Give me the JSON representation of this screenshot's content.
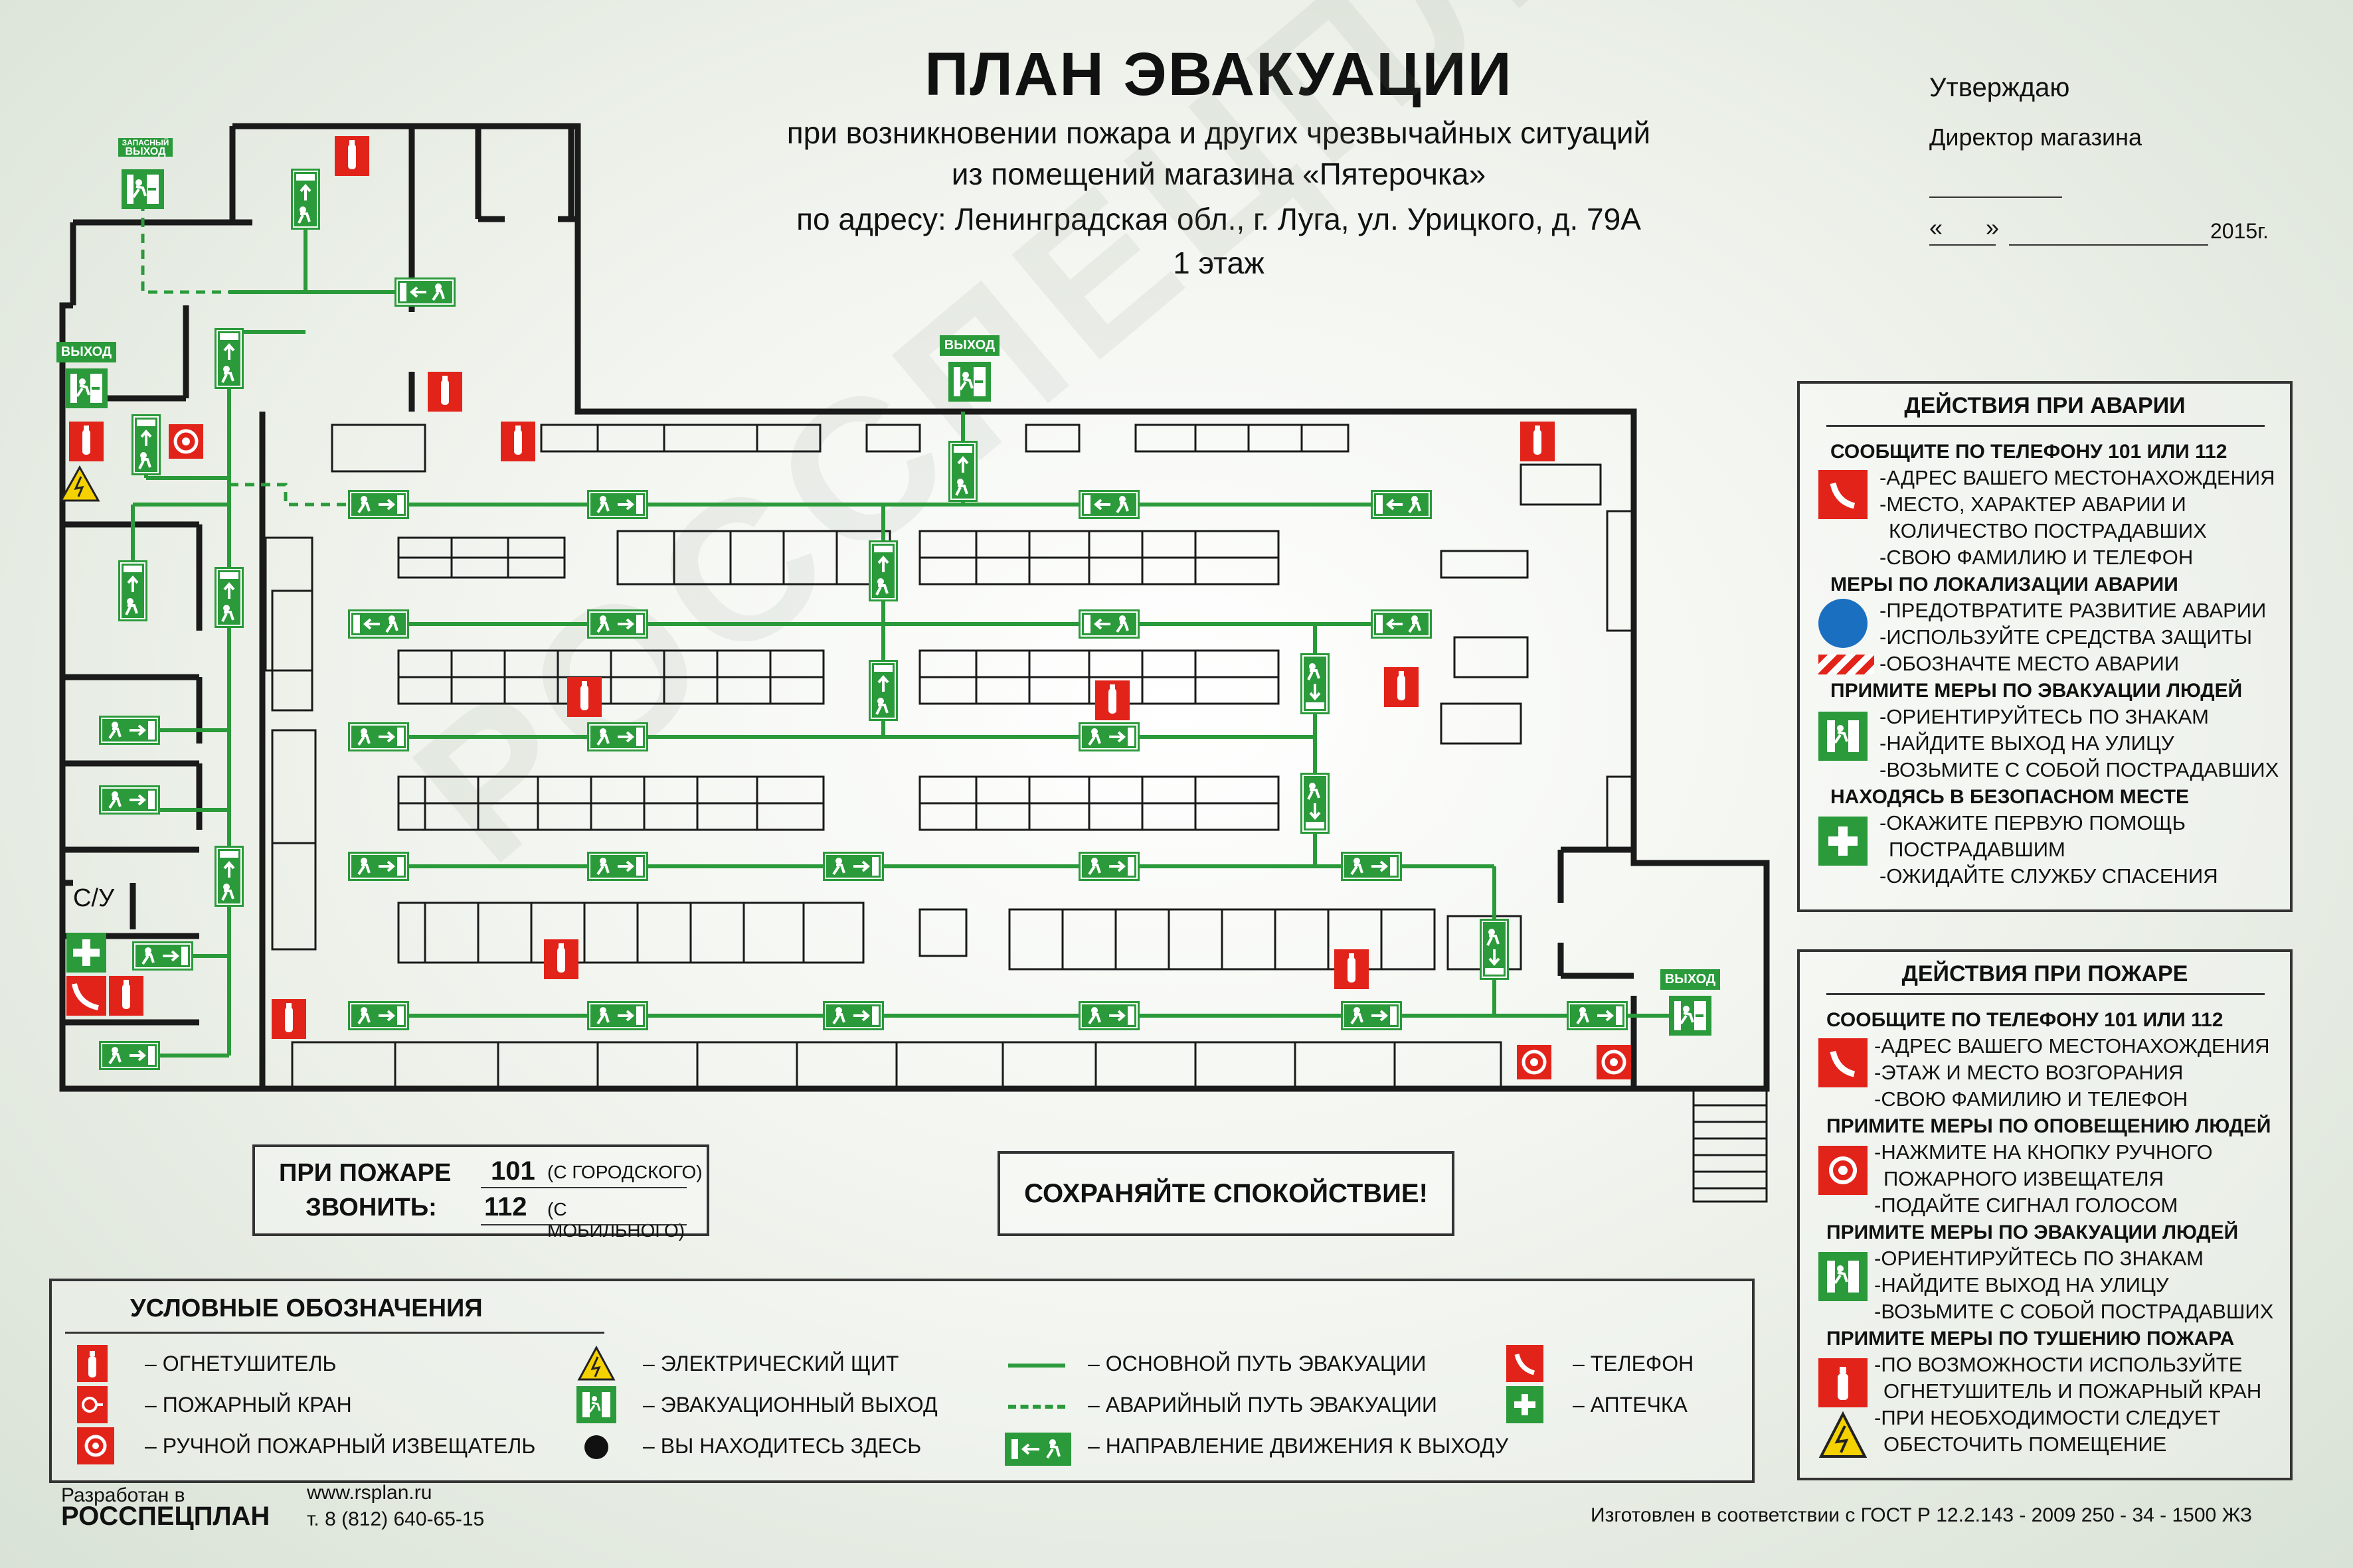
{
  "header": {
    "title": "ПЛАН ЭВАКУАЦИИ",
    "line1": "при возникновении пожара и других чрезвычайных ситуаций",
    "line2": "из помещений магазина «Пятерочка»",
    "line3": "по адресу: Ленинградская обл., г. Луга, ул. Урицкого, д. 79А",
    "line4": "1 этаж"
  },
  "approval": {
    "approve": "Утверждаю",
    "role": "Директор магазина",
    "quote_open": "«",
    "quote_close": "»",
    "year": "2015г."
  },
  "plan": {
    "exit_label": "ВЫХОД",
    "spare_exit_label_1": "ЗАПАСНЫЙ",
    "spare_exit_label_2": "ВЫХОД",
    "wc_label": "С/У"
  },
  "call_box": {
    "l1": "ПРИ ПОЖАРЕ",
    "l2": "ЗВОНИТЬ:",
    "n1": "101",
    "n1_note": "(С ГОРОДСКОГО)",
    "n2": "112",
    "n2_note": "(С МОБИЛЬНОГО)"
  },
  "calm": "СОХРАНЯЙТЕ  СПОКОЙСТВИЕ!",
  "accident_panel": {
    "title": "ДЕЙСТВИЯ ПРИ АВАРИИ",
    "s1": "СООБЩИТЕ ПО ТЕЛЕФОНУ  101 ИЛИ 112",
    "s1_items": [
      "-АДРЕС ВАШЕГО МЕСТОНАХОЖДЕНИЯ",
      "-МЕСТО, ХАРАКТЕР АВАРИИ И",
      "КОЛИЧЕСТВО ПОСТРАДАВШИХ",
      "-СВОЮ ФАМИЛИЮ И  ТЕЛЕФОН"
    ],
    "s2": "МЕРЫ ПО ЛОКАЛИЗАЦИИ АВАРИИ",
    "s2_items": [
      "-ПРЕДОТВРАТИТЕ РАЗВИТИЕ АВАРИИ",
      "-ИСПОЛЬЗУЙТЕ СРЕДСТВА ЗАЩИТЫ",
      "-ОБОЗНАЧТЕ МЕСТО АВАРИИ"
    ],
    "s3": "ПРИМИТЕ МЕРЫ ПО ЭВАКУАЦИИ ЛЮДЕЙ",
    "s3_items": [
      "-ОРИЕНТИРУЙТЕСЬ ПО ЗНАКАМ",
      "-НАЙДИТЕ ВЫХОД НА УЛИЦУ",
      "-ВОЗЬМИТЕ С СОБОЙ ПОСТРАДАВШИХ"
    ],
    "s4": "НАХОДЯСЬ В БЕЗОПАСНОМ МЕСТЕ",
    "s4_items": [
      "-ОКАЖИТЕ ПЕРВУЮ ПОМОЩЬ",
      "ПОСТРАДАВШИМ",
      "-ОЖИДАЙТЕ СЛУЖБУ СПАСЕНИЯ"
    ]
  },
  "fire_panel": {
    "title": "ДЕЙСТВИЯ ПРИ ПОЖАРЕ",
    "s1": "СООБЩИТЕ ПО ТЕЛЕФОНУ  101 ИЛИ 112",
    "s1_items": [
      "-АДРЕС ВАШЕГО МЕСТОНАХОЖДЕНИЯ",
      "-ЭТАЖ И МЕСТО ВОЗГОРАНИЯ",
      "-СВОЮ ФАМИЛИЮ И  ТЕЛЕФОН"
    ],
    "s2": "ПРИМИТЕ МЕРЫ ПО ОПОВЕЩЕНИЮ ЛЮДЕЙ",
    "s2_items": [
      "-НАЖМИТЕ НА КНОПКУ РУЧНОГО",
      "ПОЖАРНОГО ИЗВЕЩАТЕЛЯ",
      "-ПОДАЙТЕ СИГНАЛ ГОЛОСОМ"
    ],
    "s3": "ПРИМИТЕ МЕРЫ ПО ЭВАКУАЦИИ ЛЮДЕЙ",
    "s3_items": [
      "-ОРИЕНТИРУЙТЕСЬ ПО ЗНАКАМ",
      "-НАЙДИТЕ ВЫХОД НА УЛИЦУ",
      "-ВОЗЬМИТЕ С СОБОЙ ПОСТРАДАВШИХ"
    ],
    "s4": "ПРИМИТЕ МЕРЫ ПО ТУШЕНИЮ ПОЖАРА",
    "s4_items": [
      "-ПО ВОЗМОЖНОСТИ ИСПОЛЬЗУЙТЕ",
      "ОГНЕТУШИТЕЛЬ И ПОЖАРНЫЙ КРАН",
      "-ПРИ НЕОБХОДИМОСТИ СЛЕДУЕТ",
      "ОБЕСТОЧИТЬ ПОМЕЩЕНИЕ"
    ]
  },
  "legend": {
    "title": "УСЛОВНЫЕ ОБОЗНАЧЕНИЯ",
    "col1": [
      "– ОГНЕТУШИТЕЛЬ",
      "– ПОЖАРНЫЙ КРАН",
      "– РУЧНОЙ ПОЖАРНЫЙ ИЗВЕЩАТЕЛЬ"
    ],
    "col2": [
      "– ЭЛЕКТРИЧЕСКИЙ ЩИТ",
      "– ЭВАКУАЦИОННЫЙ ВЫХОД",
      "– ВЫ НАХОДИТЕСЬ ЗДЕСЬ"
    ],
    "col3": [
      "– ОСНОВНОЙ ПУТЬ ЭВАКУАЦИИ",
      "– АВАРИЙНЫЙ ПУТЬ ЭВАКУАЦИИ",
      "– НАПРАВЛЕНИЕ ДВИЖЕНИЯ К ВЫХОДУ"
    ],
    "col4": [
      "– ТЕЛЕФОН",
      "– АПТЕЧКА"
    ]
  },
  "footer": {
    "dev1": "Разработан в",
    "dev2": "РОССПЕЦПЛАН",
    "site": "www.rsplan.ru",
    "phone": "т. 8 (812) 640-65-15",
    "gost": "Изготовлен в соответствии с ГОСТ Р 12.2.143 - 2009 250 - 34 - 1500 ЖЗ"
  },
  "colors": {
    "green": "#2a9a3a",
    "red": "#e2231a",
    "wall": "#1a1a1a"
  },
  "icons": [
    "fire-extinguisher-icon",
    "fire-hydrant-icon",
    "fire-alarm-icon",
    "electric-panel-icon",
    "exit-icon",
    "you-are-here-icon",
    "phone-icon",
    "first-aid-icon",
    "ppe-icon",
    "hazard-stripes-icon",
    "direction-arrow-icon"
  ]
}
